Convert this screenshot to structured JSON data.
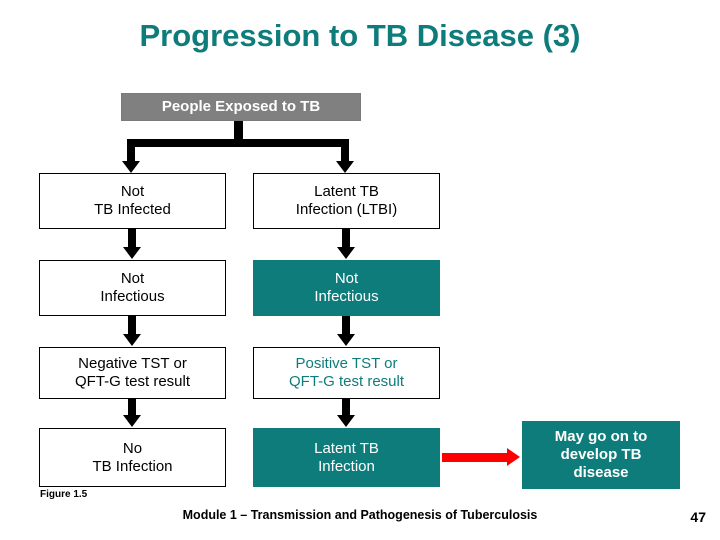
{
  "slide": {
    "title": "Progression to TB Disease (3)",
    "figure_label": "Figure 1.5",
    "footer": "Module 1 – Transmission and Pathogenesis of Tuberculosis",
    "page_number": "47",
    "colors": {
      "title": "#0E7C7B",
      "header_box": "#808080",
      "teal_box": "#0E7C7B",
      "arrow_black": "#000000",
      "arrow_red": "#FF0000"
    }
  },
  "diagram": {
    "header": {
      "label": "People Exposed to TB"
    },
    "columns": [
      {
        "name": "left-branch",
        "nodes": [
          {
            "label": "Not\nTB Infected",
            "style": "white"
          },
          {
            "label": "Not\nInfectious",
            "style": "white"
          },
          {
            "label": "Negative TST or\nQFT-G test result",
            "style": "white"
          },
          {
            "label": "No\nTB Infection",
            "style": "white"
          }
        ]
      },
      {
        "name": "right-branch",
        "nodes": [
          {
            "label": "Latent TB\nInfection (LTBI)",
            "style": "white"
          },
          {
            "label": "Not\nInfectious",
            "style": "teal"
          },
          {
            "label": "Positive TST or\nQFT-G test result",
            "style": "white"
          },
          {
            "label": "Latent TB\nInfection",
            "style": "teal"
          }
        ]
      }
    ],
    "outcome": {
      "label": "May go on to\ndevelop TB\ndisease",
      "style": "teal"
    }
  }
}
